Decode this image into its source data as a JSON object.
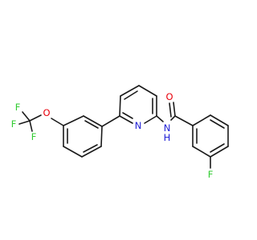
{
  "structure": {
    "atoms": {
      "f_left_1": "F",
      "f_left_2": "F",
      "f_left_3": "F",
      "o_ether": "O",
      "n_pyridine": "N",
      "n_amide": "N",
      "h_amide": "H",
      "o_carbonyl": "O",
      "f_right": "F"
    },
    "colors": {
      "bond": "#1a1a1a",
      "fluorine": "#33cc33",
      "oxygen": "#e8000b",
      "nitrogen": "#2020d6"
    }
  }
}
